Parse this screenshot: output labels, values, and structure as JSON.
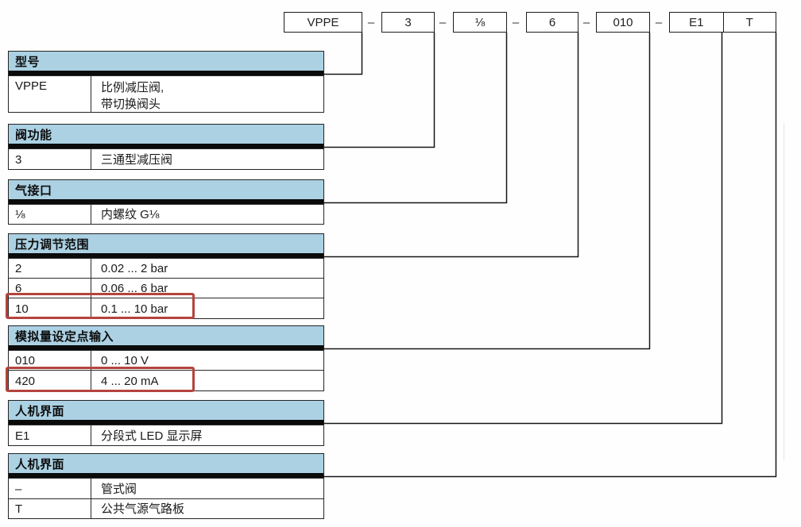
{
  "order_code": {
    "separator": "–",
    "boxes": {
      "model": "VPPE",
      "valve_function": "3",
      "pneumatic_port": "⅛",
      "pressure_range": "6",
      "setpoint_input": "010",
      "hmi": "E1",
      "mounting": "T"
    }
  },
  "tables": [
    {
      "header": "型号",
      "rows": [
        {
          "code": "VPPE",
          "desc": "比例减压阀,\n带切换阀头"
        }
      ]
    },
    {
      "header": "阀功能",
      "rows": [
        {
          "code": "3",
          "desc": "三通型减压阀"
        }
      ]
    },
    {
      "header": "气接口",
      "rows": [
        {
          "code": "⅛",
          "desc": "内螺纹 G⅛"
        }
      ]
    },
    {
      "header": "压力调节范围",
      "rows": [
        {
          "code": "2",
          "desc": "0.02 ... 2 bar"
        },
        {
          "code": "6",
          "desc": "0.06 ... 6 bar"
        },
        {
          "code": "10",
          "desc": "0.1 ... 10 bar",
          "highlighted": true
        }
      ]
    },
    {
      "header": "模拟量设定点输入",
      "rows": [
        {
          "code": "010",
          "desc": "0 ... 10 V"
        },
        {
          "code": "420",
          "desc": "4 ... 20 mA",
          "highlighted": true
        }
      ]
    },
    {
      "header": "人机界面",
      "rows": [
        {
          "code": "E1",
          "desc": "分段式 LED 显示屏"
        }
      ]
    },
    {
      "header": "人机界面",
      "rows": [
        {
          "code": "–",
          "desc": "管式阀"
        },
        {
          "code": "T",
          "desc": "公共气源气路板"
        }
      ]
    }
  ],
  "colors": {
    "header_bg": "#abd1e3",
    "black_bar": "#0b0b0b",
    "highlight_border": "#b5433e",
    "line": "#161616"
  }
}
